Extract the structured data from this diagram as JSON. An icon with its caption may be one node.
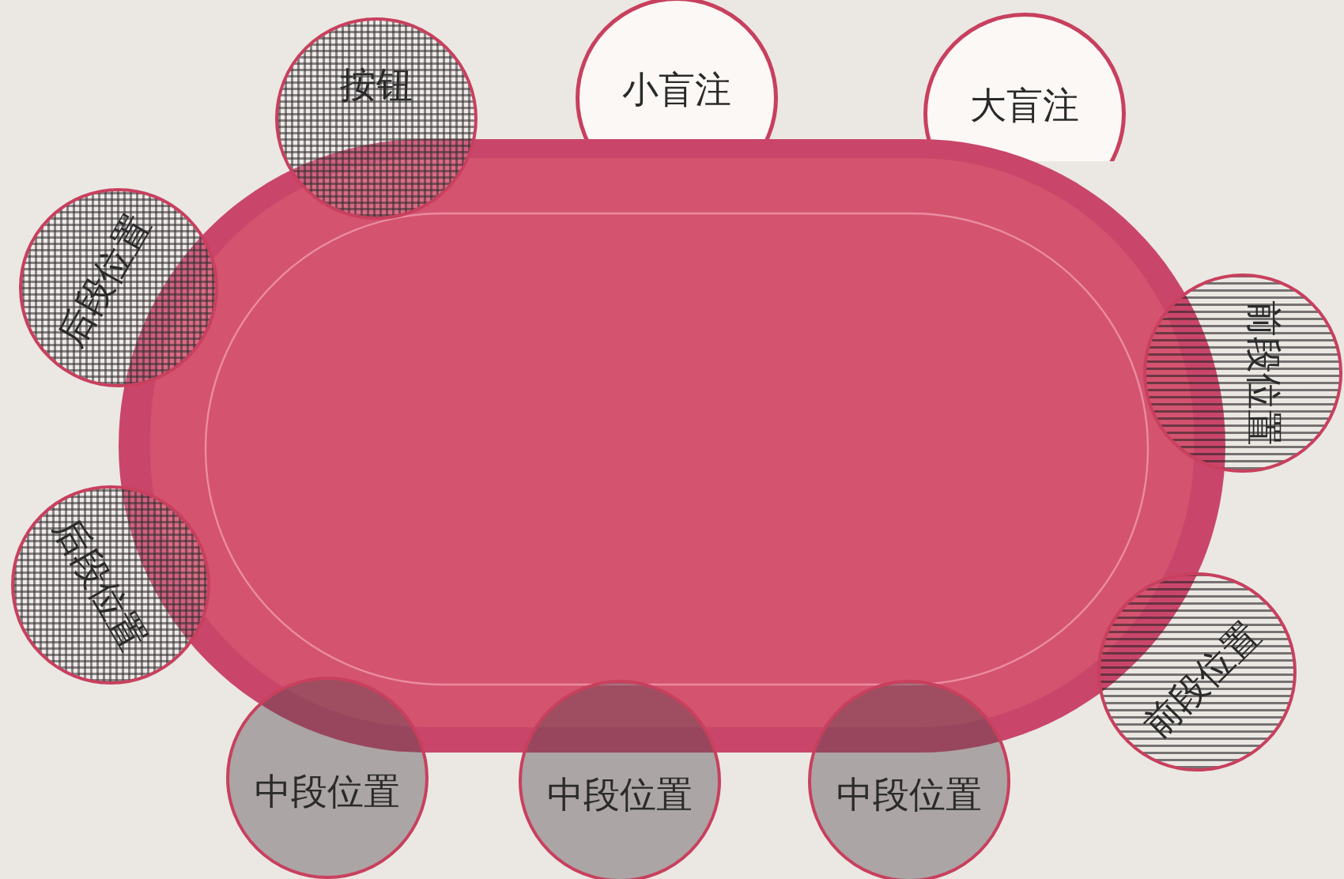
{
  "diagram": {
    "nodes": [
      {
        "text": [
          "按钮"
        ]
      },
      {
        "text": [
          "小盲注"
        ]
      },
      {
        "text": [
          "大盲注"
        ]
      },
      {
        "text": [
          "后段位置"
        ]
      },
      {
        "text": [
          "前段位置"
        ]
      },
      {
        "text": [
          "后段位置"
        ]
      },
      {
        "text": [
          "前段位置"
        ]
      },
      {
        "text": [
          "中段位置"
        ]
      },
      {
        "text": [
          "中段位置"
        ]
      },
      {
        "text": [
          "中段位置"
        ]
      }
    ]
  }
}
